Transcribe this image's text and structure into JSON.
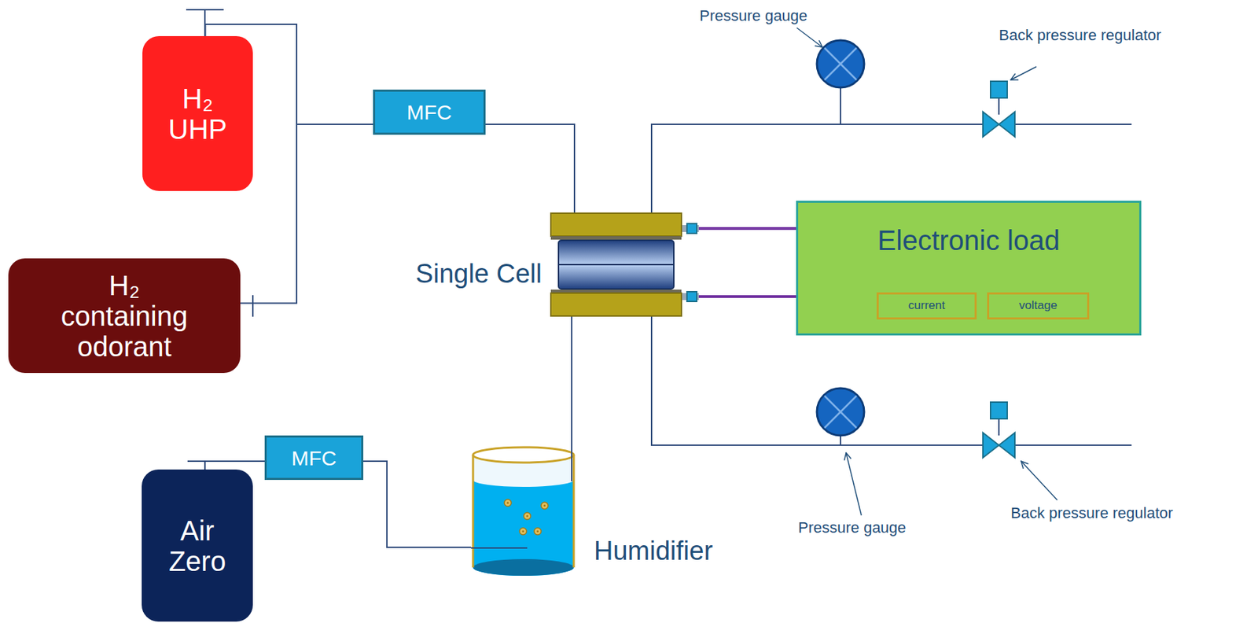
{
  "diagram": {
    "nodes": [
      {
        "text": [
          "H₂ UHP"
        ]
      },
      {
        "text": [
          "MFC"
        ]
      },
      {
        "text": [
          "Single Cell"
        ]
      },
      {
        "text": [
          "Electronic load"
        ]
      },
      {
        "text": [
          "current"
        ],
        "in": 3
      },
      {
        "text": [
          "voltage"
        ],
        "in": 3
      },
      {
        "text": [
          "H₂ containing odorant"
        ]
      },
      {
        "text": [
          "MFC"
        ]
      },
      {
        "text": [
          "Air Zero"
        ]
      },
      {
        "text": [
          "Humidifier"
        ]
      }
    ],
    "edges": [
      {
        "from": 0,
        "to": 1,
        "arrow": "none"
      },
      {
        "from": 6,
        "to": 1,
        "arrow": "none"
      },
      {
        "from": 1,
        "to": 2,
        "arrow": "none"
      },
      {
        "from": 8,
        "to": 7,
        "arrow": "none"
      },
      {
        "from": 7,
        "to": 9,
        "arrow": "none"
      },
      {
        "from": 9,
        "to": 2,
        "arrow": "none"
      },
      {
        "from": 2,
        "to": 3,
        "arrow": "none"
      },
      {
        "from": 2,
        "to": 3,
        "arrow": "none"
      }
    ],
    "labels": [
      "Pressure gauge",
      "Back pressure regulator",
      "Pressure gauge",
      "Back pressure regulator"
    ]
  }
}
